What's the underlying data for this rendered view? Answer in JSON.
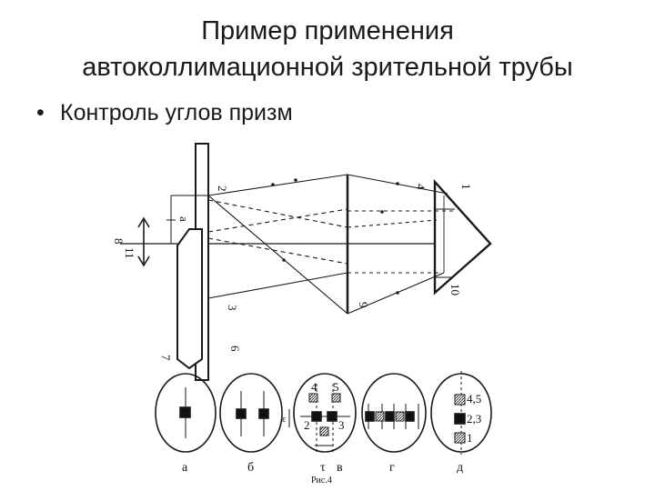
{
  "slide": {
    "title_line1": "Пример применения",
    "title_line2": "автоколлимационной зрительной трубы",
    "bullets": [
      {
        "text": "Контроль углов призм"
      }
    ]
  },
  "diagram": {
    "ray_labels": {
      "l1": "1",
      "l2": "2",
      "l3": "3",
      "l4": "4",
      "l6": "6",
      "l7": "7",
      "l8": "8",
      "l9": "9",
      "l10": "10",
      "l11": "11",
      "side_a": "a"
    },
    "panels": [
      {
        "caption": "а"
      },
      {
        "caption": "б"
      },
      {
        "caption": "в",
        "n4": "4",
        "n5": "5",
        "n2": "2",
        "n3": "3",
        "tau": "τ",
        "eps": "ε"
      },
      {
        "caption": "г"
      },
      {
        "caption": "д",
        "n45": "4,5",
        "n23": "2,3",
        "n1": "1"
      }
    ],
    "figure_caption": "Рис.4"
  }
}
